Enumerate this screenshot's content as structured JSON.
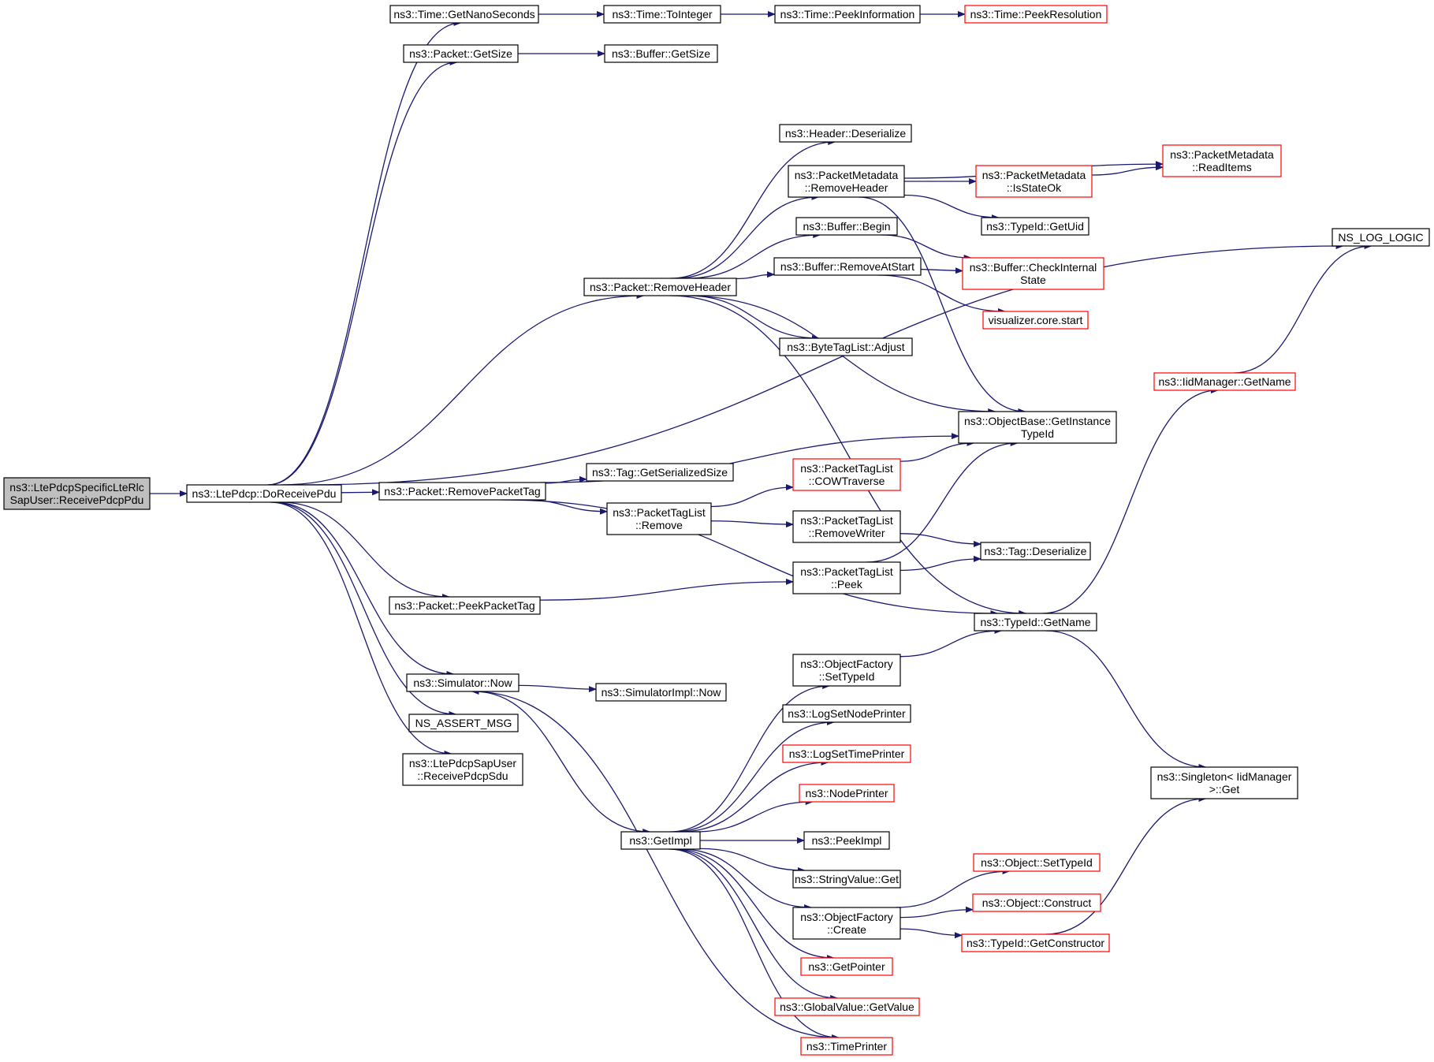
{
  "diagram": {
    "type": "call-graph",
    "colors": {
      "edge": "#191970",
      "node_border": "#000000",
      "node_border_truncated": "#ff0000",
      "root_fill": "#bfbfbf",
      "node_fill": "#ffffff"
    },
    "nodes": [
      {
        "id": "root",
        "lines": [
          "ns3::LtePdcpSpecificLteRlc",
          "SapUser::ReceivePdcpPdu"
        ],
        "style": "root"
      },
      {
        "id": "doReceivePdu",
        "lines": [
          "ns3::LtePdcp::DoReceivePdu"
        ],
        "style": "normal"
      },
      {
        "id": "getNanoSeconds",
        "lines": [
          "ns3::Time::GetNanoSeconds"
        ],
        "style": "normal"
      },
      {
        "id": "toInteger",
        "lines": [
          "ns3::Time::ToInteger"
        ],
        "style": "normal"
      },
      {
        "id": "peekInformation",
        "lines": [
          "ns3::Time::PeekInformation"
        ],
        "style": "normal"
      },
      {
        "id": "peekResolution",
        "lines": [
          "ns3::Time::PeekResolution"
        ],
        "style": "truncated"
      },
      {
        "id": "packetGetSize",
        "lines": [
          "ns3::Packet::GetSize"
        ],
        "style": "normal"
      },
      {
        "id": "bufferGetSize",
        "lines": [
          "ns3::Buffer::GetSize"
        ],
        "style": "normal"
      },
      {
        "id": "nsLogLogic",
        "lines": [
          "NS_LOG_LOGIC"
        ],
        "style": "normal"
      },
      {
        "id": "headerDeserialize",
        "lines": [
          "ns3::Header::Deserialize"
        ],
        "style": "normal"
      },
      {
        "id": "pmRemoveHeader",
        "lines": [
          "ns3::PacketMetadata",
          "::RemoveHeader"
        ],
        "style": "normal"
      },
      {
        "id": "pmReadItems",
        "lines": [
          "ns3::PacketMetadata",
          "::ReadItems"
        ],
        "style": "truncated"
      },
      {
        "id": "pmIsStateOk",
        "lines": [
          "ns3::PacketMetadata",
          "::IsStateOk"
        ],
        "style": "truncated"
      },
      {
        "id": "typeIdGetUid",
        "lines": [
          "ns3::TypeId::GetUid"
        ],
        "style": "normal"
      },
      {
        "id": "bufferBegin",
        "lines": [
          "ns3::Buffer::Begin"
        ],
        "style": "normal"
      },
      {
        "id": "bufferRemoveAtStart",
        "lines": [
          "ns3::Buffer::RemoveAtStart"
        ],
        "style": "normal"
      },
      {
        "id": "bufferCheckInternal",
        "lines": [
          "ns3::Buffer::CheckInternal",
          "State"
        ],
        "style": "truncated"
      },
      {
        "id": "visualizerStart",
        "lines": [
          "visualizer.core.start"
        ],
        "style": "truncated"
      },
      {
        "id": "packetRemoveHeader",
        "lines": [
          "ns3::Packet::RemoveHeader"
        ],
        "style": "normal"
      },
      {
        "id": "byteTagListAdjust",
        "lines": [
          "ns3::ByteTagList::Adjust"
        ],
        "style": "normal"
      },
      {
        "id": "iidGetName",
        "lines": [
          "ns3::IidManager::GetName"
        ],
        "style": "truncated"
      },
      {
        "id": "objGetInstanceTypeId",
        "lines": [
          "ns3::ObjectBase::GetInstance",
          "TypeId"
        ],
        "style": "normal"
      },
      {
        "id": "removePacketTag",
        "lines": [
          "ns3::Packet::RemovePacketTag"
        ],
        "style": "normal"
      },
      {
        "id": "tagGetSerializedSize",
        "lines": [
          "ns3::Tag::GetSerializedSize"
        ],
        "style": "normal"
      },
      {
        "id": "ptlCowTraverse",
        "lines": [
          "ns3::PacketTagList",
          "::COWTraverse"
        ],
        "style": "truncated"
      },
      {
        "id": "ptlRemove",
        "lines": [
          "ns3::PacketTagList",
          "::Remove"
        ],
        "style": "normal"
      },
      {
        "id": "ptlRemoveWriter",
        "lines": [
          "ns3::PacketTagList",
          "::RemoveWriter"
        ],
        "style": "normal"
      },
      {
        "id": "tagDeserialize",
        "lines": [
          "ns3::Tag::Deserialize"
        ],
        "style": "normal"
      },
      {
        "id": "peekPacketTag",
        "lines": [
          "ns3::Packet::PeekPacketTag"
        ],
        "style": "normal"
      },
      {
        "id": "ptlPeek",
        "lines": [
          "ns3::PacketTagList",
          "::Peek"
        ],
        "style": "normal"
      },
      {
        "id": "typeIdGetName",
        "lines": [
          "ns3::TypeId::GetName"
        ],
        "style": "normal"
      },
      {
        "id": "ofSetTypeId",
        "lines": [
          "ns3::ObjectFactory",
          "::SetTypeId"
        ],
        "style": "normal"
      },
      {
        "id": "simulatorNow",
        "lines": [
          "ns3::Simulator::Now"
        ],
        "style": "normal"
      },
      {
        "id": "simImplNow",
        "lines": [
          "ns3::SimulatorImpl::Now"
        ],
        "style": "normal"
      },
      {
        "id": "nsAssertMsg",
        "lines": [
          "NS_ASSERT_MSG"
        ],
        "style": "normal"
      },
      {
        "id": "logSetNodePrinter",
        "lines": [
          "ns3::LogSetNodePrinter"
        ],
        "style": "normal"
      },
      {
        "id": "pdcpSapReceiveSdu",
        "lines": [
          "ns3::LtePdcpSapUser",
          "::ReceivePdcpSdu"
        ],
        "style": "normal"
      },
      {
        "id": "logSetTimePrinter",
        "lines": [
          "ns3::LogSetTimePrinter"
        ],
        "style": "truncated"
      },
      {
        "id": "singletonGet",
        "lines": [
          "ns3::Singleton< IidManager",
          ">::Get"
        ],
        "style": "normal"
      },
      {
        "id": "nodePrinter",
        "lines": [
          "ns3::NodePrinter"
        ],
        "style": "truncated"
      },
      {
        "id": "getImpl",
        "lines": [
          "ns3::GetImpl"
        ],
        "style": "normal"
      },
      {
        "id": "peekImpl",
        "lines": [
          "ns3::PeekImpl"
        ],
        "style": "normal"
      },
      {
        "id": "stringValueGet",
        "lines": [
          "ns3::StringValue::Get"
        ],
        "style": "normal"
      },
      {
        "id": "objectSetTypeId",
        "lines": [
          "ns3::Object::SetTypeId"
        ],
        "style": "truncated"
      },
      {
        "id": "ofCreate",
        "lines": [
          "ns3::ObjectFactory",
          "::Create"
        ],
        "style": "normal"
      },
      {
        "id": "objectConstruct",
        "lines": [
          "ns3::Object::Construct"
        ],
        "style": "truncated"
      },
      {
        "id": "typeIdGetConstructor",
        "lines": [
          "ns3::TypeId::GetConstructor"
        ],
        "style": "truncated"
      },
      {
        "id": "getPointer",
        "lines": [
          "ns3::GetPointer"
        ],
        "style": "truncated"
      },
      {
        "id": "globalValueGetValue",
        "lines": [
          "ns3::GlobalValue::GetValue"
        ],
        "style": "truncated"
      },
      {
        "id": "timePrinter",
        "lines": [
          "ns3::TimePrinter"
        ],
        "style": "truncated"
      }
    ],
    "edges": [
      [
        "root",
        "doReceivePdu"
      ],
      [
        "doReceivePdu",
        "getNanoSeconds"
      ],
      [
        "doReceivePdu",
        "packetGetSize"
      ],
      [
        "doReceivePdu",
        "nsLogLogic"
      ],
      [
        "doReceivePdu",
        "packetRemoveHeader"
      ],
      [
        "doReceivePdu",
        "removePacketTag"
      ],
      [
        "doReceivePdu",
        "peekPacketTag"
      ],
      [
        "doReceivePdu",
        "simulatorNow"
      ],
      [
        "doReceivePdu",
        "nsAssertMsg"
      ],
      [
        "doReceivePdu",
        "pdcpSapReceiveSdu"
      ],
      [
        "getNanoSeconds",
        "toInteger"
      ],
      [
        "toInteger",
        "peekInformation"
      ],
      [
        "peekInformation",
        "peekResolution"
      ],
      [
        "packetGetSize",
        "bufferGetSize"
      ],
      [
        "packetRemoveHeader",
        "headerDeserialize"
      ],
      [
        "packetRemoveHeader",
        "pmRemoveHeader"
      ],
      [
        "packetRemoveHeader",
        "bufferBegin"
      ],
      [
        "packetRemoveHeader",
        "bufferRemoveAtStart"
      ],
      [
        "packetRemoveHeader",
        "byteTagListAdjust"
      ],
      [
        "packetRemoveHeader",
        "objGetInstanceTypeId"
      ],
      [
        "packetRemoveHeader",
        "typeIdGetName"
      ],
      [
        "pmRemoveHeader",
        "pmReadItems"
      ],
      [
        "pmRemoveHeader",
        "pmIsStateOk"
      ],
      [
        "pmRemoveHeader",
        "typeIdGetUid"
      ],
      [
        "pmRemoveHeader",
        "objGetInstanceTypeId"
      ],
      [
        "pmIsStateOk",
        "pmReadItems"
      ],
      [
        "bufferBegin",
        "bufferCheckInternal"
      ],
      [
        "bufferRemoveAtStart",
        "bufferCheckInternal"
      ],
      [
        "bufferRemoveAtStart",
        "visualizerStart"
      ],
      [
        "removePacketTag",
        "objGetInstanceTypeId"
      ],
      [
        "removePacketTag",
        "tagGetSerializedSize"
      ],
      [
        "removePacketTag",
        "ptlRemove"
      ],
      [
        "removePacketTag",
        "typeIdGetName"
      ],
      [
        "ptlRemove",
        "ptlCowTraverse"
      ],
      [
        "ptlRemove",
        "ptlRemoveWriter"
      ],
      [
        "ptlCowTraverse",
        "objGetInstanceTypeId"
      ],
      [
        "ptlRemoveWriter",
        "tagDeserialize"
      ],
      [
        "peekPacketTag",
        "ptlPeek"
      ],
      [
        "ptlPeek",
        "tagDeserialize"
      ],
      [
        "ptlPeek",
        "objGetInstanceTypeId"
      ],
      [
        "typeIdGetName",
        "iidGetName"
      ],
      [
        "typeIdGetName",
        "singletonGet"
      ],
      [
        "iidGetName",
        "nsLogLogic"
      ],
      [
        "simulatorNow",
        "simImplNow"
      ],
      [
        "simulatorNow",
        "getImpl"
      ],
      [
        "getImpl",
        "ofSetTypeId"
      ],
      [
        "getImpl",
        "logSetNodePrinter"
      ],
      [
        "getImpl",
        "logSetTimePrinter"
      ],
      [
        "getImpl",
        "nodePrinter"
      ],
      [
        "getImpl",
        "peekImpl"
      ],
      [
        "getImpl",
        "stringValueGet"
      ],
      [
        "getImpl",
        "ofCreate"
      ],
      [
        "getImpl",
        "getPointer"
      ],
      [
        "getImpl",
        "globalValueGetValue"
      ],
      [
        "getImpl",
        "timePrinter"
      ],
      [
        "timePrinter",
        "simulatorNow"
      ],
      [
        "ofSetTypeId",
        "typeIdGetName"
      ],
      [
        "ofCreate",
        "objectSetTypeId"
      ],
      [
        "ofCreate",
        "objectConstruct"
      ],
      [
        "ofCreate",
        "typeIdGetConstructor"
      ],
      [
        "typeIdGetConstructor",
        "singletonGet"
      ]
    ]
  }
}
